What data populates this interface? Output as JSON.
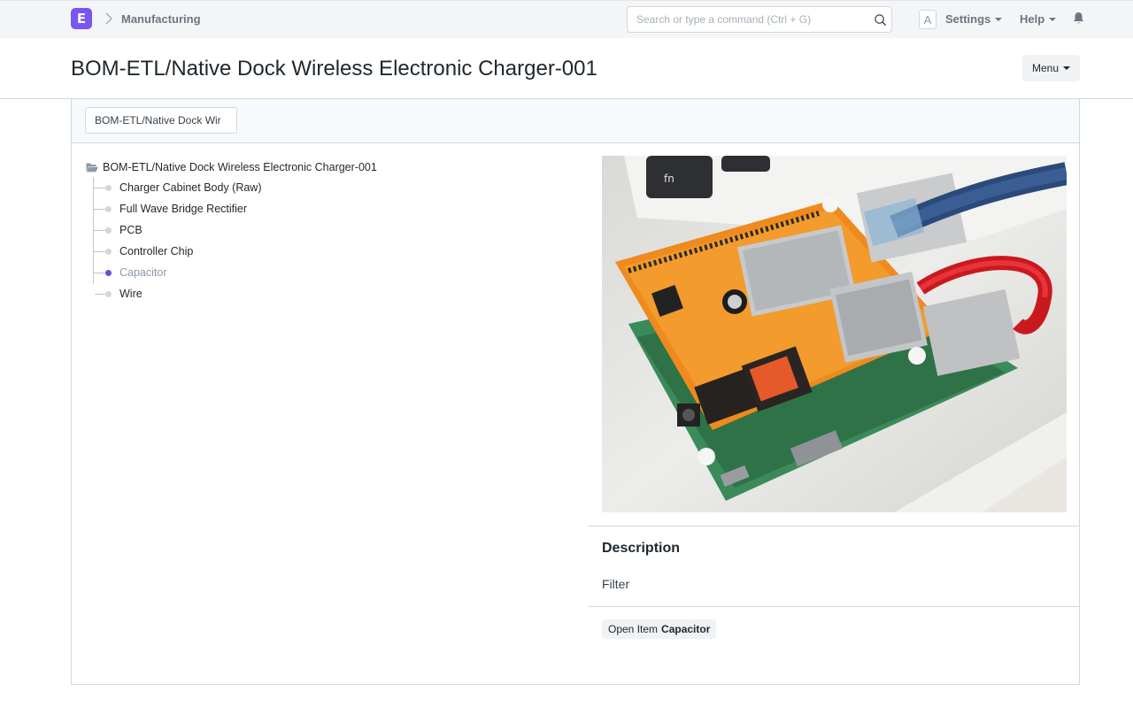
{
  "navbar": {
    "logo_letter": "E",
    "breadcrumb": "Manufacturing",
    "search_placeholder": "Search or type a command (Ctrl + G)",
    "avatar_letter": "A",
    "settings_label": "Settings",
    "help_label": "Help"
  },
  "page": {
    "title": "BOM-ETL/Native Dock Wireless Electronic Charger-001",
    "menu_label": "Menu"
  },
  "filter": {
    "value": "BOM-ETL/Native Dock Wir"
  },
  "tree": {
    "root": "BOM-ETL/Native Dock Wireless Electronic Charger-001",
    "items": [
      {
        "label": "Charger Cabinet Body (Raw)"
      },
      {
        "label": "Full Wave Bridge Rectifier"
      },
      {
        "label": "PCB"
      },
      {
        "label": "Controller Chip"
      },
      {
        "label": "Capacitor"
      },
      {
        "label": "Wire"
      }
    ],
    "active_index": 4
  },
  "preview": {
    "description_title": "Description",
    "description_text": "Filter",
    "open_prefix": "Open Item",
    "open_item": "Capacitor"
  },
  "colors": {
    "accent": "#7b55ef",
    "active_dot": "#6a4bdc"
  }
}
